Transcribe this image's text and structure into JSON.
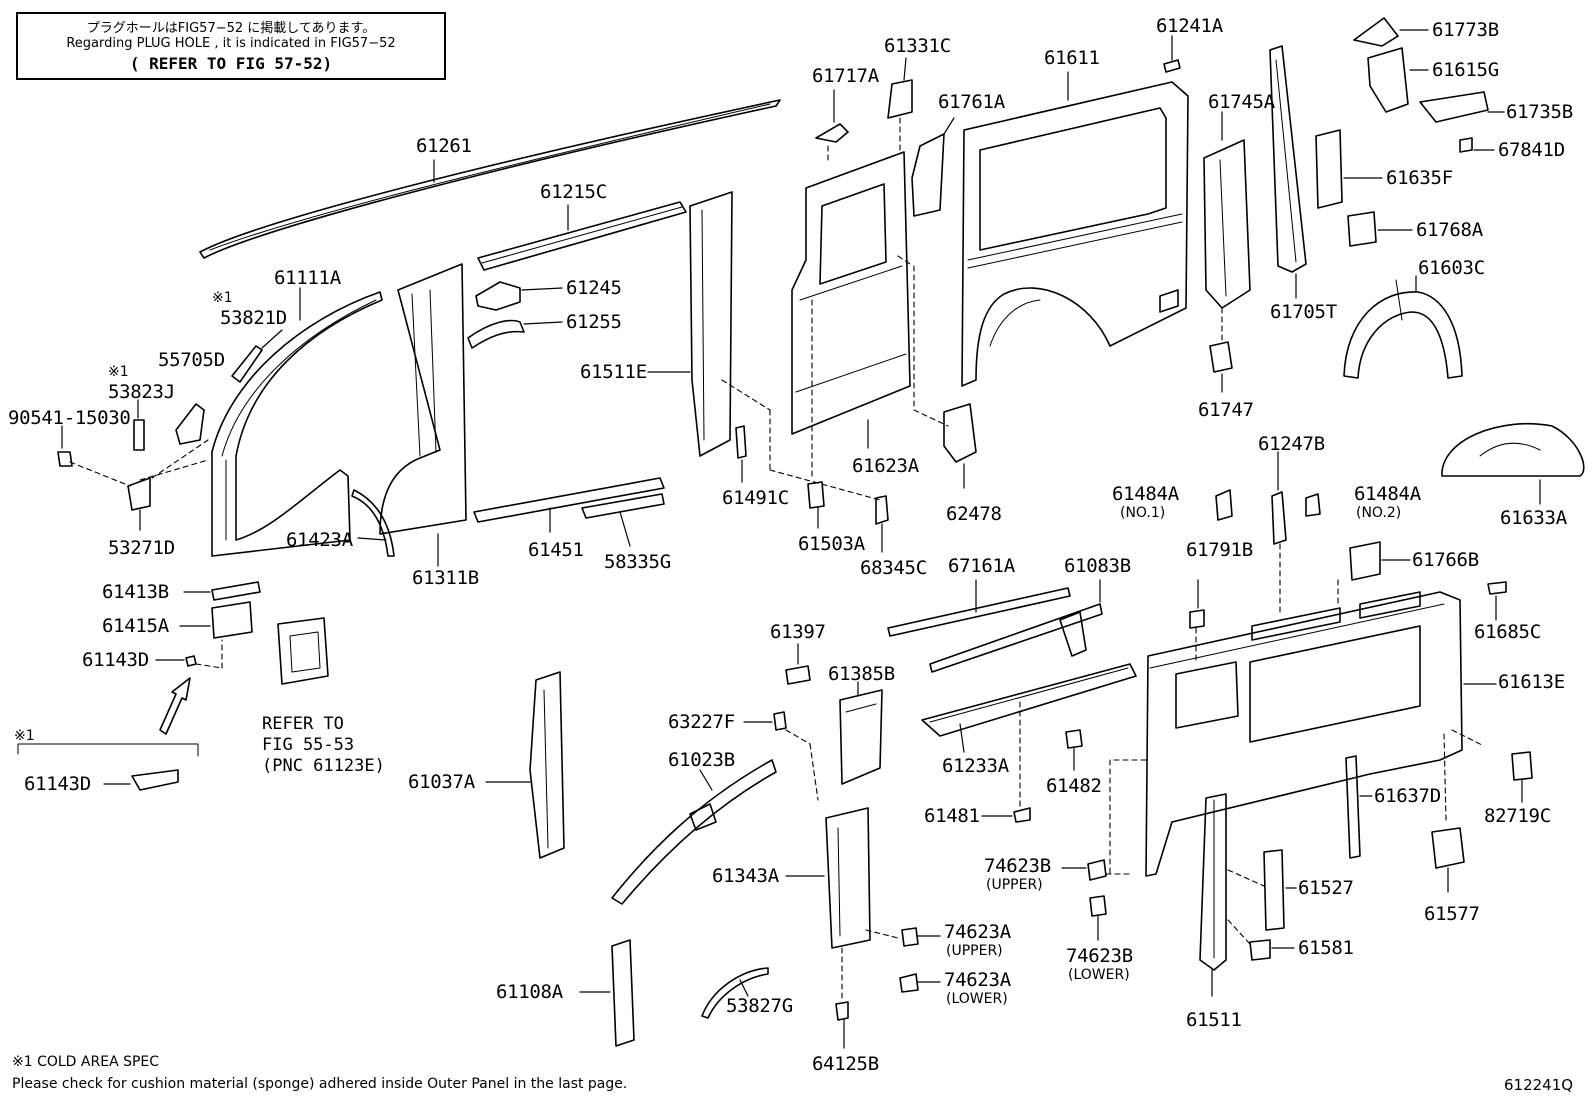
{
  "notice": {
    "line_jp": "プラグホールはFIG57−52 に掲載してあります。",
    "line_en": "Regarding PLUG HOLE , it is indicated in FIG57−52",
    "line_ref": "( REFER TO FIG 57-52)"
  },
  "parts": [
    {
      "id": "61261",
      "label": "61261"
    },
    {
      "id": "61215C",
      "label": "61215C"
    },
    {
      "id": "61111A",
      "label": "61111A"
    },
    {
      "id": "53821D",
      "label": "53821D"
    },
    {
      "id": "55705D",
      "label": "55705D"
    },
    {
      "id": "53823J",
      "label": "53823J"
    },
    {
      "id": "90541-15030",
      "label": "90541-15030"
    },
    {
      "id": "53271D",
      "label": "53271D"
    },
    {
      "id": "61423A",
      "label": "61423A"
    },
    {
      "id": "61311B",
      "label": "61311B"
    },
    {
      "id": "61245",
      "label": "61245"
    },
    {
      "id": "61255",
      "label": "61255"
    },
    {
      "id": "61511E",
      "label": "61511E"
    },
    {
      "id": "61451",
      "label": "61451"
    },
    {
      "id": "58335G",
      "label": "58335G"
    },
    {
      "id": "61491C",
      "label": "61491C"
    },
    {
      "id": "61503A",
      "label": "61503A"
    },
    {
      "id": "68345C",
      "label": "68345C"
    },
    {
      "id": "61717A",
      "label": "61717A"
    },
    {
      "id": "61331C",
      "label": "61331C"
    },
    {
      "id": "61761A",
      "label": "61761A"
    },
    {
      "id": "61611",
      "label": "61611"
    },
    {
      "id": "61241A",
      "label": "61241A"
    },
    {
      "id": "61623A",
      "label": "61623A"
    },
    {
      "id": "62478",
      "label": "62478"
    },
    {
      "id": "61745A",
      "label": "61745A"
    },
    {
      "id": "61747",
      "label": "61747"
    },
    {
      "id": "61705T",
      "label": "61705T"
    },
    {
      "id": "61773B",
      "label": "61773B"
    },
    {
      "id": "61615G",
      "label": "61615G"
    },
    {
      "id": "61735B",
      "label": "61735B"
    },
    {
      "id": "67841D",
      "label": "67841D"
    },
    {
      "id": "61635F",
      "label": "61635F"
    },
    {
      "id": "61768A",
      "label": "61768A"
    },
    {
      "id": "61603C",
      "label": "61603C"
    },
    {
      "id": "61633A",
      "label": "61633A"
    },
    {
      "id": "61247B",
      "label": "61247B"
    },
    {
      "id": "61484A-1",
      "label": "61484A",
      "sub": "(NO.1)"
    },
    {
      "id": "61484A-2",
      "label": "61484A",
      "sub": "(NO.2)"
    },
    {
      "id": "61791B",
      "label": "61791B"
    },
    {
      "id": "61766B",
      "label": "61766B"
    },
    {
      "id": "61685C",
      "label": "61685C"
    },
    {
      "id": "61613E",
      "label": "61613E"
    },
    {
      "id": "67161A",
      "label": "67161A"
    },
    {
      "id": "61083B",
      "label": "61083B"
    },
    {
      "id": "61233A",
      "label": "61233A"
    },
    {
      "id": "61482",
      "label": "61482"
    },
    {
      "id": "61481",
      "label": "61481"
    },
    {
      "id": "74623B-U",
      "label": "74623B",
      "sub": "(UPPER)"
    },
    {
      "id": "74623B-L",
      "label": "74623B",
      "sub": "(LOWER)"
    },
    {
      "id": "74623A-U",
      "label": "74623A",
      "sub": "(UPPER)"
    },
    {
      "id": "74623A-L",
      "label": "74623A",
      "sub": "(LOWER)"
    },
    {
      "id": "61413B",
      "label": "61413B"
    },
    {
      "id": "61415A",
      "label": "61415A"
    },
    {
      "id": "61143D",
      "label": "61143D"
    },
    {
      "id": "61143D-b",
      "label": "61143D"
    },
    {
      "id": "61397",
      "label": "61397"
    },
    {
      "id": "61385B",
      "label": "61385B"
    },
    {
      "id": "63227F",
      "label": "63227F"
    },
    {
      "id": "61023B",
      "label": "61023B"
    },
    {
      "id": "61037A",
      "label": "61037A"
    },
    {
      "id": "61343A",
      "label": "61343A"
    },
    {
      "id": "61108A",
      "label": "61108A"
    },
    {
      "id": "53827G",
      "label": "53827G"
    },
    {
      "id": "64125B",
      "label": "64125B"
    },
    {
      "id": "61511",
      "label": "61511"
    },
    {
      "id": "61527",
      "label": "61527"
    },
    {
      "id": "61581",
      "label": "61581"
    },
    {
      "id": "61637D",
      "label": "61637D"
    },
    {
      "id": "82719C",
      "label": "82719C"
    },
    {
      "id": "61577",
      "label": "61577"
    }
  ],
  "markers": {
    "cold": "※1"
  },
  "refer": {
    "text": "REFER TO\nFIG 55-53\n(PNC 61123E)"
  },
  "footer": {
    "cold_note": "※1 COLD AREA SPEC",
    "cushion_note": "Please check for cushion material (sponge) adhered inside Outer Panel in the last page.",
    "figure_code": "612241Q"
  }
}
